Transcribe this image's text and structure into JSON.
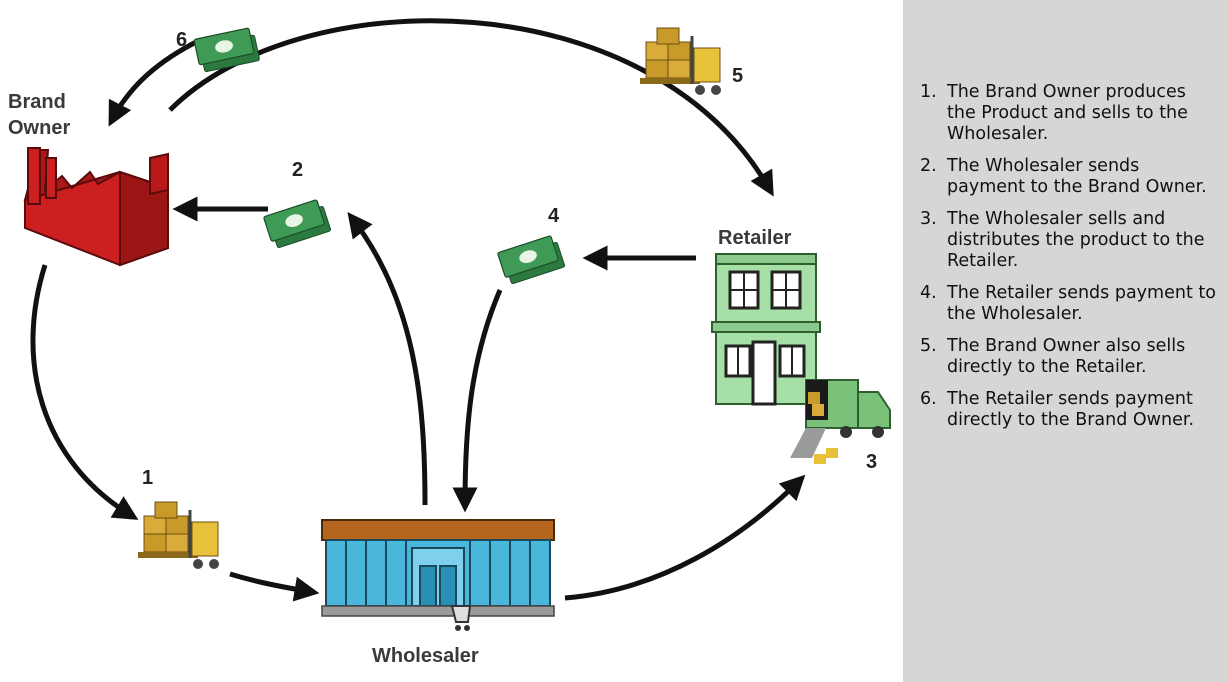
{
  "labels": {
    "brand_owner": [
      "Brand",
      "Owner"
    ],
    "retailer": "Retailer",
    "wholesaler": "Wholesaler"
  },
  "step_markers": [
    "1",
    "2",
    "3",
    "4",
    "5",
    "6"
  ],
  "colors": {
    "factory": "#cc1f1f",
    "money": "#3e9a55",
    "pallet": "#c89a2a",
    "store": "#4bb6dc",
    "store_roof": "#b5651d",
    "retail": "#a6e0a6",
    "sidebar": "#d6d6d6"
  },
  "steps": [
    {
      "num": "1.",
      "text": "The Brand Owner produces the Product and sells to the Wholesaler."
    },
    {
      "num": "2.",
      "text": "The Wholesaler sends payment to the Brand Owner."
    },
    {
      "num": "3.",
      "text": "The Wholesaler sells and distributes the product to the Retailer."
    },
    {
      "num": "4.",
      "text": "The Retailer sends payment to the Wholesaler."
    },
    {
      "num": "5.",
      "text": "The Brand Owner also sells directly to the Retailer."
    },
    {
      "num": "6.",
      "text": "The Retailer sends payment directly to the Brand Owner."
    }
  ]
}
